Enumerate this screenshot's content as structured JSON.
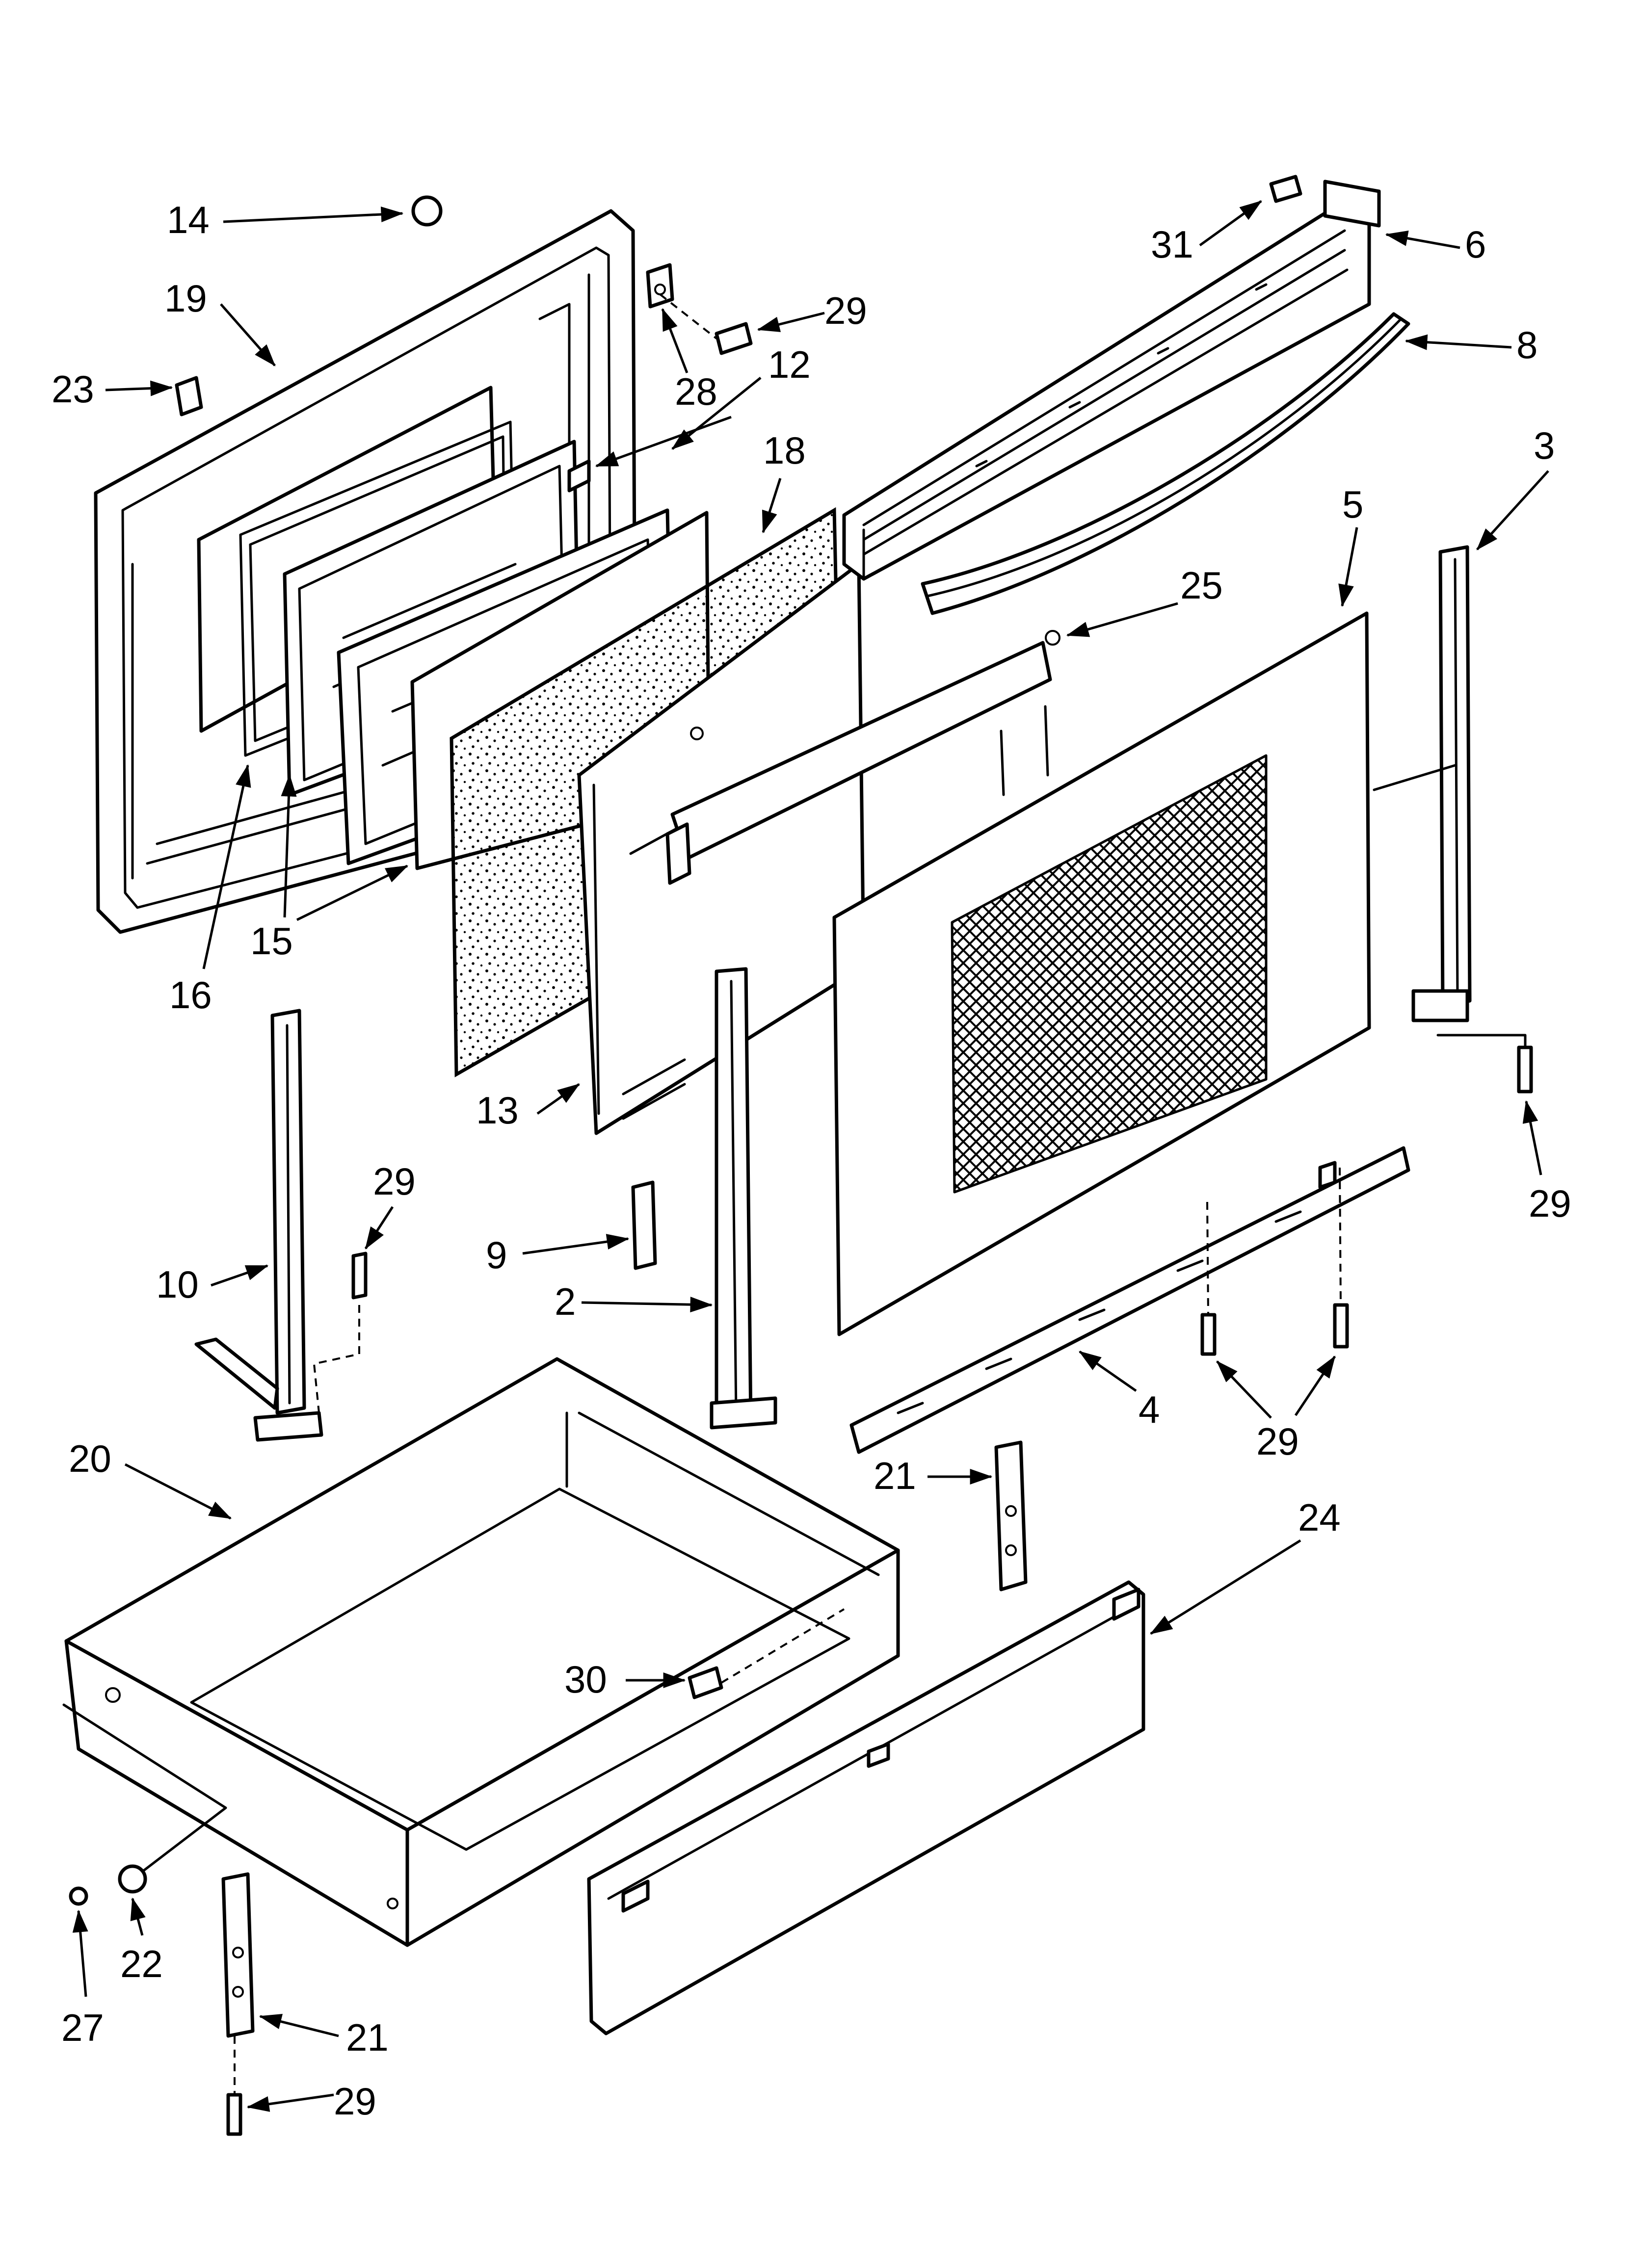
{
  "diagram": {
    "colors": {
      "ink": "#000000",
      "paper": "#ffffff"
    },
    "callouts": [
      {
        "id": "c14",
        "label": "14"
      },
      {
        "id": "c19",
        "label": "19"
      },
      {
        "id": "c23",
        "label": "23"
      },
      {
        "id": "c29a",
        "label": "29"
      },
      {
        "id": "c28",
        "label": "28"
      },
      {
        "id": "c12",
        "label": "12"
      },
      {
        "id": "c18",
        "label": "18"
      },
      {
        "id": "c31",
        "label": "31"
      },
      {
        "id": "c6",
        "label": "6"
      },
      {
        "id": "c8",
        "label": "8"
      },
      {
        "id": "c3",
        "label": "3"
      },
      {
        "id": "c5",
        "label": "5"
      },
      {
        "id": "c25",
        "label": "25"
      },
      {
        "id": "c15",
        "label": "15"
      },
      {
        "id": "c16",
        "label": "16"
      },
      {
        "id": "c13",
        "label": "13"
      },
      {
        "id": "c29b",
        "label": "29"
      },
      {
        "id": "c10",
        "label": "10"
      },
      {
        "id": "c9",
        "label": "9"
      },
      {
        "id": "c2",
        "label": "2"
      },
      {
        "id": "c29c",
        "label": "29"
      },
      {
        "id": "c29d",
        "label": "29"
      },
      {
        "id": "c4",
        "label": "4"
      },
      {
        "id": "c20",
        "label": "20"
      },
      {
        "id": "c21a",
        "label": "21"
      },
      {
        "id": "c24",
        "label": "24"
      },
      {
        "id": "c30",
        "label": "30"
      },
      {
        "id": "c22",
        "label": "22"
      },
      {
        "id": "c27",
        "label": "27"
      },
      {
        "id": "c21b",
        "label": "21"
      },
      {
        "id": "c29e",
        "label": "29"
      }
    ]
  }
}
